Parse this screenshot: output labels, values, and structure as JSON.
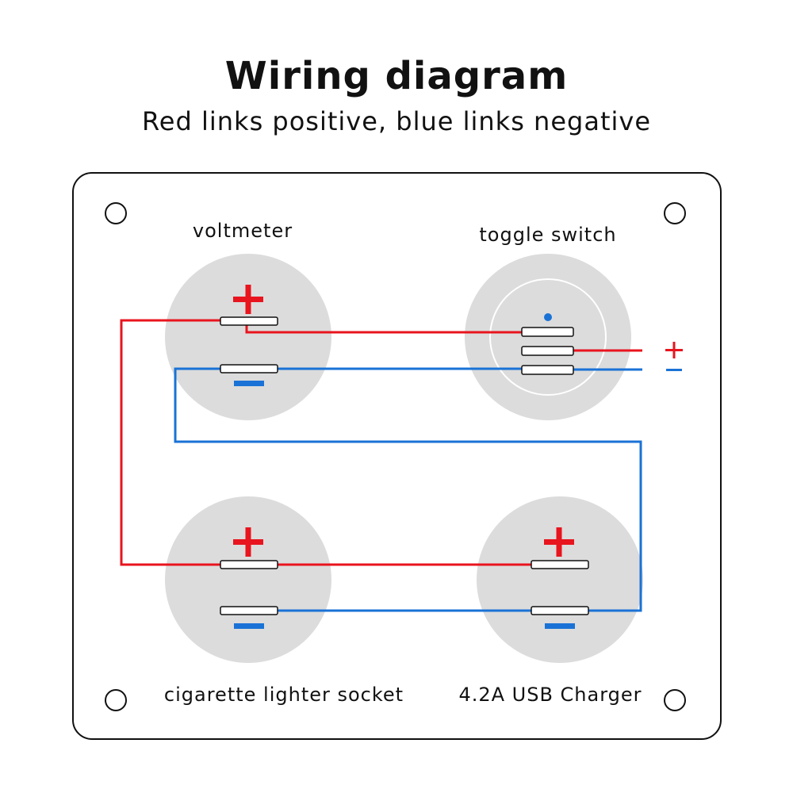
{
  "title": "Wiring diagram",
  "subtitle": "Red links positive, blue links negative",
  "colors": {
    "positive": "#e8141e",
    "negative": "#1a72d6",
    "socket": "#dcdcdc",
    "panel_border": "#111111"
  },
  "components": {
    "voltmeter": "voltmeter",
    "toggle_switch": "toggle switch",
    "cigarette_lighter": "cigarette lighter socket",
    "usb_charger": "4.2A USB Charger"
  },
  "symbols": {
    "plus": "+",
    "minus": "−"
  }
}
